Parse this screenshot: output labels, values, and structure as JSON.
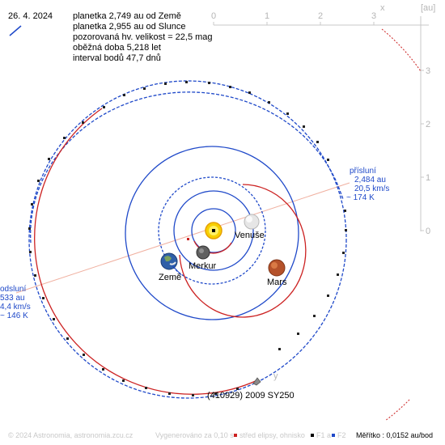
{
  "info": {
    "date": "26. 4. 2024",
    "lines": [
      "planetka 2,749 au od Země",
      "planetka 2,955 au od Slunce",
      "pozorovaná hv. velikost = 22,5 mag",
      "oběžná doba 5,218 let",
      "interval bodů 47,7 dnů"
    ]
  },
  "axes": {
    "x_ticks": [
      "0",
      "1",
      "2",
      "3"
    ],
    "y_ticks": [
      "3",
      "2",
      "1",
      "0"
    ],
    "x_label": "x",
    "y_label": "y",
    "unit_label": "[au]"
  },
  "perihelion": {
    "lines": [
      "přísluní",
      "2,484 au",
      "20,5 km/s",
      "~ 174 K"
    ]
  },
  "aphelion": {
    "lines": [
      "odsluní",
      "533 au",
      "4,4 km/s",
      "~ 146 K"
    ]
  },
  "bodies": {
    "venus": "Venuše",
    "mercury": "Merkur",
    "earth": "Země",
    "mars": "Mars",
    "asteroid": "(410929) 2009 SY250"
  },
  "footer": {
    "copyright": "© 2024 Astronomia, astronomia.zcu.cz",
    "generated": "Vygenerováno za 0,10 s",
    "legend_center": "střed elipsy, ohnisko",
    "legend_f1": "F1 a",
    "legend_f2": "F2",
    "scale": "Měřítko : 0,0152 au/bod"
  },
  "colors": {
    "orbit_above": "#cc2222",
    "orbit_below": "#1f49c9",
    "apsis_line": "#f0b0a0",
    "axis": "#c8c8c8"
  }
}
